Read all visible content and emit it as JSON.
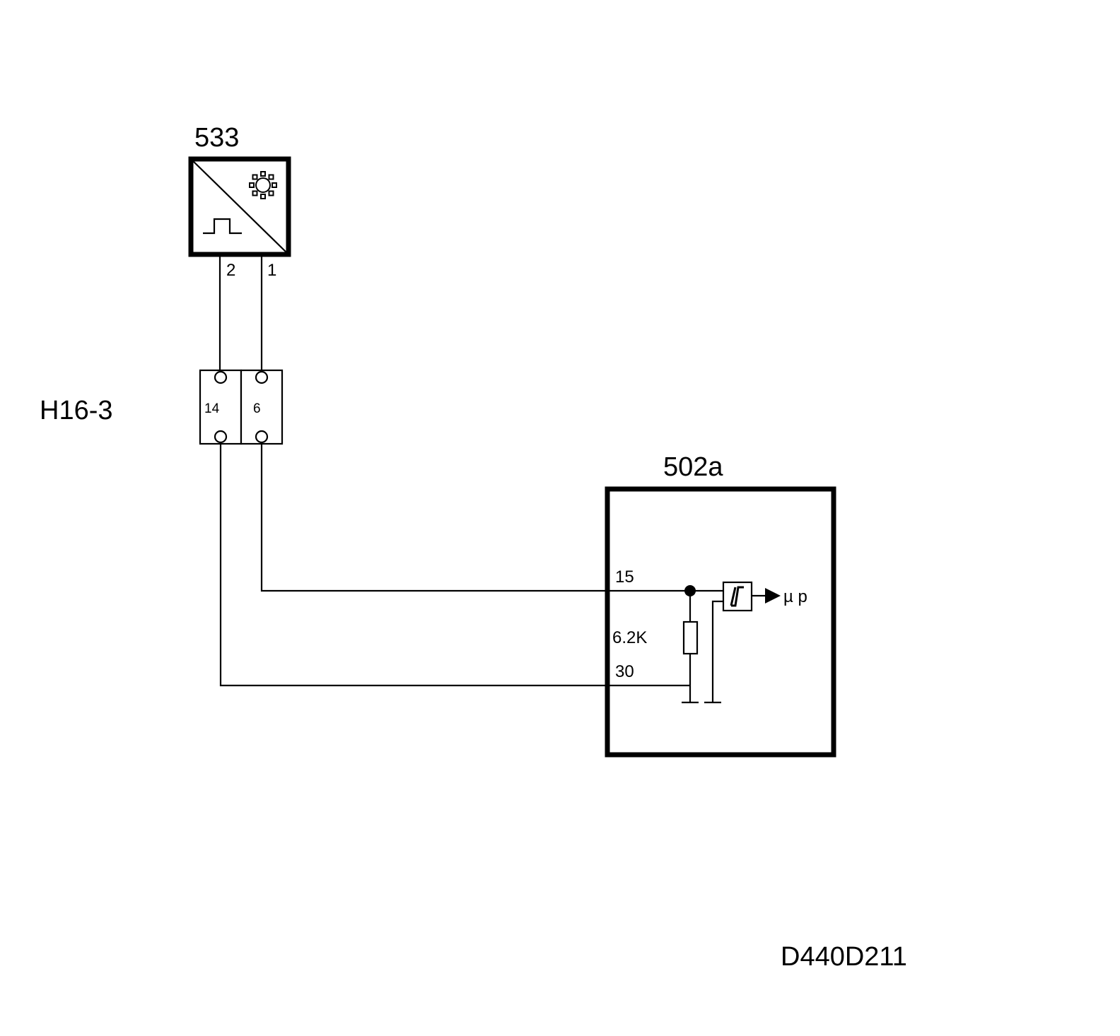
{
  "components": {
    "sensor": {
      "id": "533",
      "pin_left": "2",
      "pin_right": "1"
    },
    "connector": {
      "id": "H16-3",
      "pin_left": "14",
      "pin_right": "6"
    },
    "control_unit": {
      "id": "502a",
      "pin_top": "15",
      "resistor": "6.2K",
      "pin_bottom": "30",
      "output": "µ p"
    }
  },
  "drawing_code": "D440D211"
}
